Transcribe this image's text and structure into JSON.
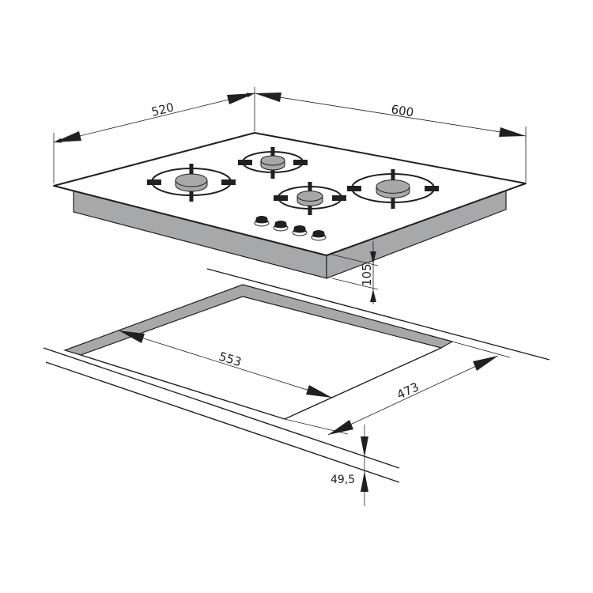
{
  "dimensions": {
    "depth": "520",
    "width": "600",
    "height": "105",
    "cutout_width": "553",
    "cutout_depth": "473",
    "worktop_edge_offset": "49,5"
  },
  "colors": {
    "line": "#231f20",
    "body_gray": "#a7a8aa",
    "background": "#ffffff"
  },
  "burner_count": 4,
  "knob_count": 4
}
